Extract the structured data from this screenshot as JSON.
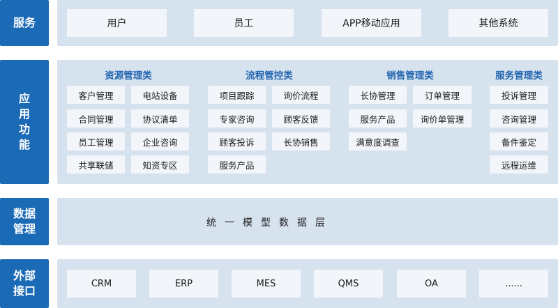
{
  "rows": [
    {
      "label": "服务",
      "key": "service"
    },
    {
      "label": "应\n用\n功\n能",
      "key": "app"
    },
    {
      "label": "数据\n管理",
      "key": "data"
    },
    {
      "label": "外部\n接口",
      "key": "ext"
    }
  ],
  "service": {
    "items": [
      "用户",
      "员工",
      "APP移动应用",
      "其他系统"
    ]
  },
  "app": {
    "groups": [
      {
        "title": "资源管理类",
        "items": [
          [
            "客户管理",
            "电站设备"
          ],
          [
            "合同管理",
            "协议清单"
          ],
          [
            "员工管理",
            "企业咨询"
          ],
          [
            "共享联储",
            "知资专区"
          ]
        ]
      },
      {
        "title": "流程管控类",
        "items": [
          [
            "项目跟踪",
            "询价流程"
          ],
          [
            "专家咨询",
            "顾客反馈"
          ],
          [
            "顾客投诉",
            "长协销售"
          ],
          [
            "服务产品"
          ]
        ]
      },
      {
        "title": "销售管理类",
        "items": [
          [
            "长协管理",
            "订单管理"
          ],
          [
            "服务产品",
            "询价单管理"
          ],
          [
            "满意度调查"
          ]
        ]
      },
      {
        "title": "服务管理类",
        "items": [
          [
            "投诉管理"
          ],
          [
            "咨询管理"
          ],
          [
            "备件鉴定"
          ],
          [
            "远程运维"
          ]
        ]
      }
    ]
  },
  "data": {
    "layer": "统一模型数据层"
  },
  "ext": {
    "items": [
      "CRM",
      "ERP",
      "MES",
      "QMS",
      "OA",
      "......"
    ]
  },
  "colors": {
    "label_bg": "#1b6ab6",
    "panel_bg": "#d7e2ef",
    "box_bg": "#f2f5f9",
    "heading": "#2266b0"
  }
}
